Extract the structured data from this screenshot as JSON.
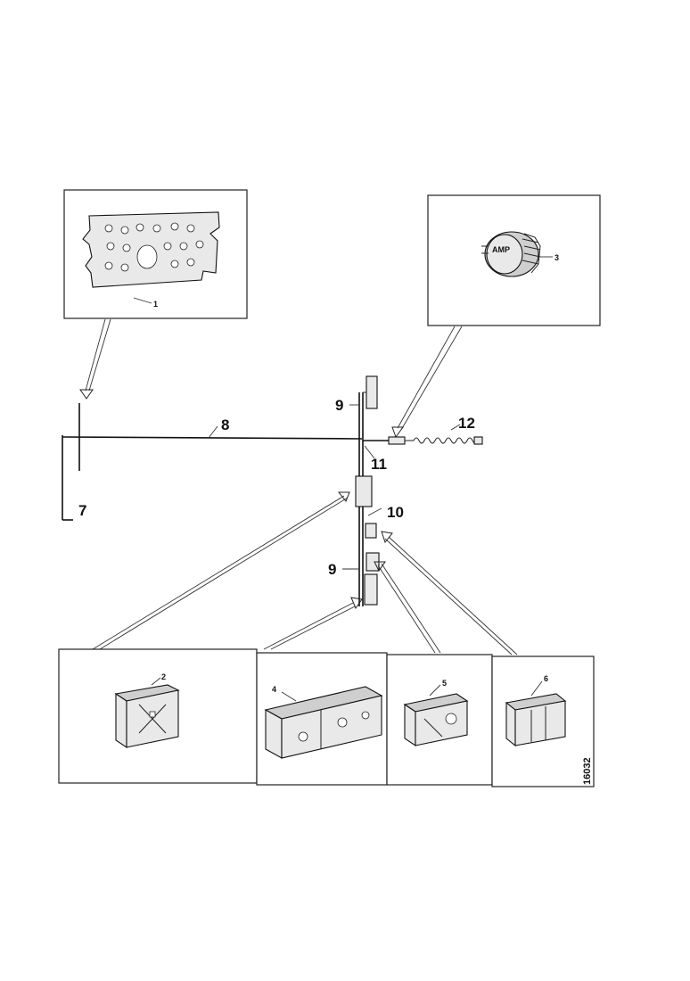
{
  "callouts": {
    "c1": "1",
    "c2": "2",
    "c3": "3",
    "c4": "4",
    "c5": "5",
    "c6": "6",
    "c7": "7",
    "c8": "8",
    "c9_top": "9",
    "c9_bottom": "9",
    "c10": "10",
    "c11": "11",
    "c12": "12"
  },
  "figure_ref": "16032"
}
